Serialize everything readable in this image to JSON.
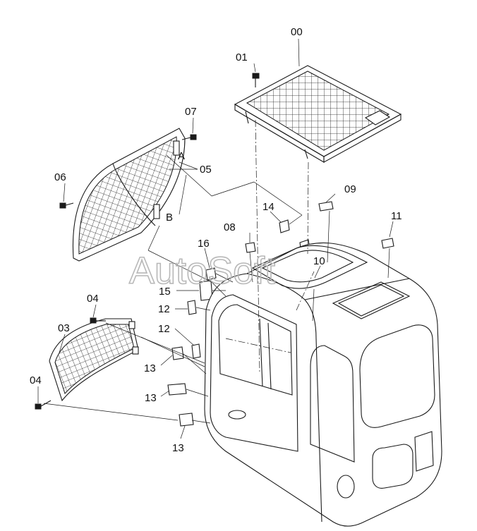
{
  "watermark": "AutoSoft",
  "callouts": {
    "c00": "00",
    "c01": "01",
    "c03": "03",
    "c04a": "04",
    "c04b": "04",
    "c05": "05",
    "c06": "06",
    "c07": "07",
    "c08": "08",
    "c09": "09",
    "c10": "10",
    "c11": "11",
    "c12a": "12",
    "c12b": "12",
    "c13a": "13",
    "c13b": "13",
    "c13c": "13",
    "c14": "14",
    "c15": "15",
    "c16": "16",
    "cA": "A",
    "cB": "B"
  },
  "colors": {
    "line": "#1a1a1a",
    "watermark": "#b8b8b8",
    "background": "#ffffff"
  }
}
